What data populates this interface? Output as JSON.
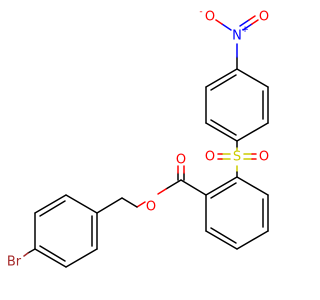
{
  "molecule": {
    "atoms": {
      "nitro_n": {
        "label": "N",
        "charge": "+",
        "color": "#0000ff"
      },
      "nitro_o_left": {
        "label": "O",
        "charge": "-",
        "color": "#ff0000"
      },
      "nitro_o_right": {
        "label": "O",
        "charge": "",
        "color": "#ff0000"
      },
      "sulfonyl_s": {
        "label": "S",
        "color": "#cccc00"
      },
      "sulfonyl_o_left": {
        "label": "O",
        "color": "#ff0000"
      },
      "sulfonyl_o_right": {
        "label": "O",
        "color": "#ff0000"
      },
      "carbonyl_o": {
        "label": "O",
        "color": "#ff0000"
      },
      "ester_o": {
        "label": "O",
        "color": "#ff0000"
      },
      "bromine": {
        "label": "Br",
        "color": "#a52a2a"
      }
    }
  }
}
